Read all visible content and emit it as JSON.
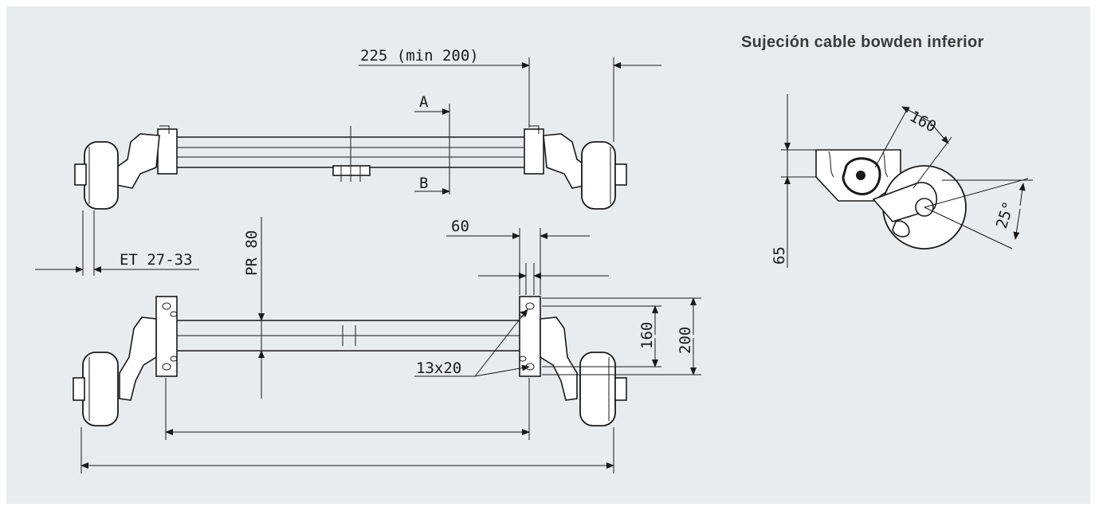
{
  "title": "Sujeción cable bowden inferior",
  "labels": {
    "dim_225": "225 (min 200)",
    "section_a": "A",
    "section_b": "B",
    "et": "ET 27-33",
    "pr": "PR 80",
    "dim_60": "60",
    "dim_160": "160",
    "dim_200": "200",
    "hole": "13x20",
    "detail_160": "160",
    "detail_25": "25°",
    "detail_65": "65"
  },
  "colors": {
    "panel": "#e8ecef",
    "line": "#1a1a1a",
    "title": "#3a3a3a"
  }
}
